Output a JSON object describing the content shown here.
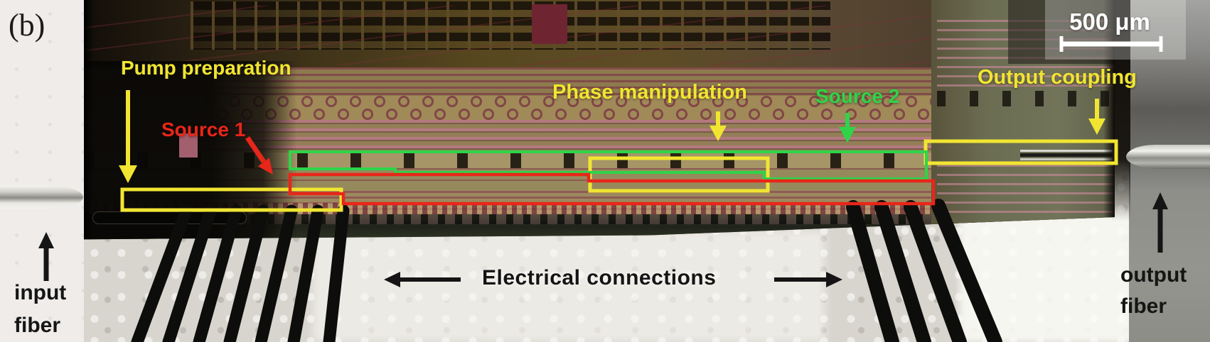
{
  "colors": {
    "annotation_yellow": "#f1e532",
    "annotation_red": "#e8261a",
    "annotation_green": "#2fd449",
    "annotation_black": "#151515",
    "scale_white": "#ffffff"
  },
  "figure": {
    "panel_label": "(b)",
    "scale_bar": {
      "label": "500 μm"
    },
    "labels": {
      "pump_preparation": "Pump preparation",
      "source_1": "Source 1",
      "phase_manipulation": "Phase manipulation",
      "source_2": "Source 2",
      "output_coupling": "Output coupling",
      "electrical_connections": "Electrical connections",
      "input_fiber": "input\nfiber",
      "output_fiber": "output\nfiber"
    }
  }
}
